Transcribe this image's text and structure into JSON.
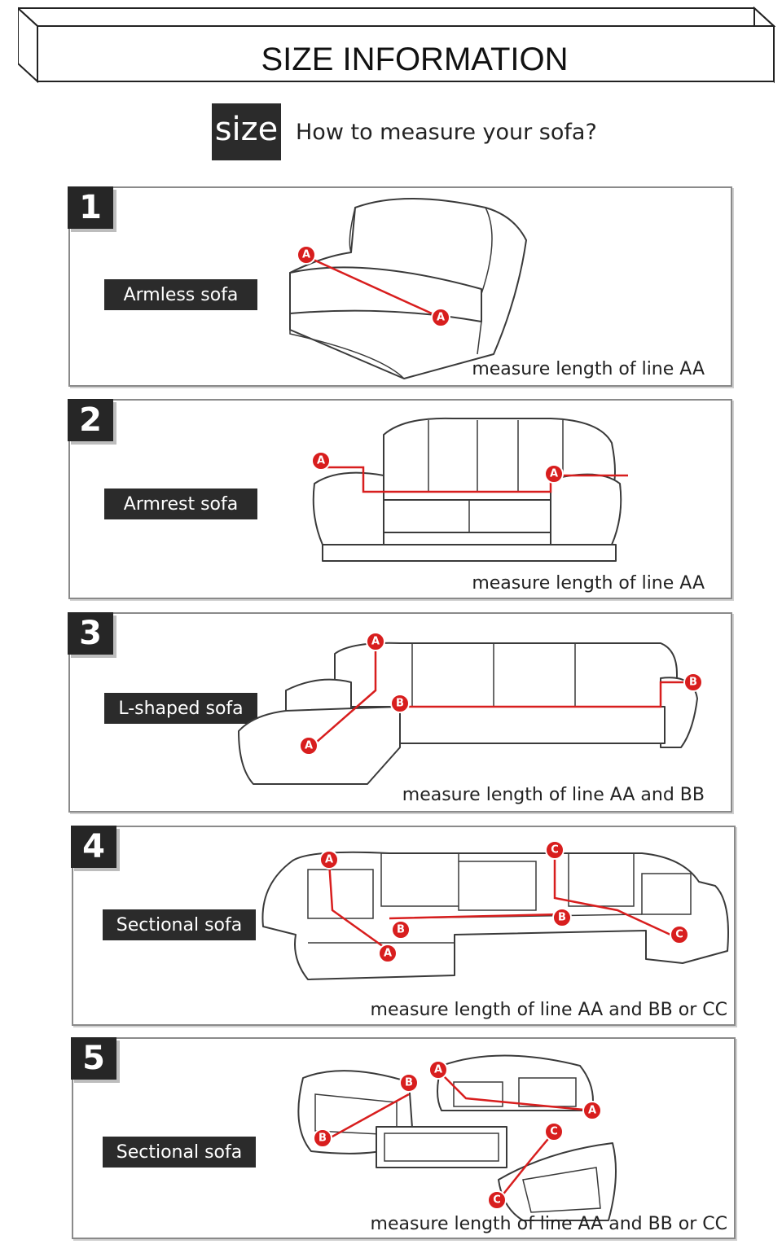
{
  "header": {
    "title": "SIZE INFORMATION"
  },
  "intro": {
    "badge": "size",
    "question": "How to measure your sofa?"
  },
  "panels": [
    {
      "number": "1",
      "label": "Armless sofa",
      "caption": "measure length of line AA"
    },
    {
      "number": "2",
      "label": "Armrest sofa",
      "caption": "measure length of line AA"
    },
    {
      "number": "3",
      "label": "L-shaped sofa",
      "caption": "measure length of line AA and BB"
    },
    {
      "number": "4",
      "label": "Sectional sofa",
      "caption": "measure length of line AA and BB or CC"
    },
    {
      "number": "5",
      "label": "Sectional sofa",
      "caption": "measure length of line AA and BB or CC"
    }
  ],
  "markers": {
    "a": "A",
    "b": "B",
    "c": "C"
  },
  "colors": {
    "marker": "#d81e1e",
    "badge": "#2b2b2b",
    "border": "#8a8a8a"
  },
  "icons": {
    "sofa": "sofa-line-drawing"
  }
}
